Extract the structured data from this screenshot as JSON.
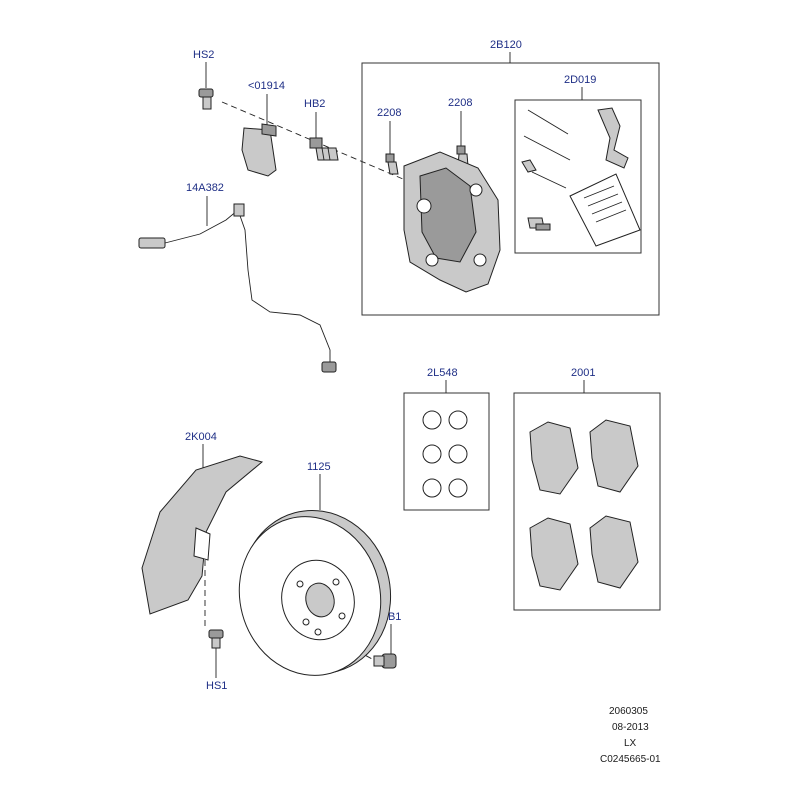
{
  "callouts": {
    "hs2": "HS2",
    "c01914": "<01914",
    "hb2": "HB2",
    "a14382": "14A382",
    "b2120": "2B120",
    "d2019": "2D019",
    "p2208a": "2208",
    "p2208b": "2208",
    "l2548": "2L548",
    "p2001": "2001",
    "k2004": "2K004",
    "p1125": "1125",
    "hb1": "HB1",
    "hs1": "HS1"
  },
  "footer": {
    "line1": "2060305",
    "line2": "08-2013",
    "line3": "LX",
    "line4": "C0245665-01"
  }
}
